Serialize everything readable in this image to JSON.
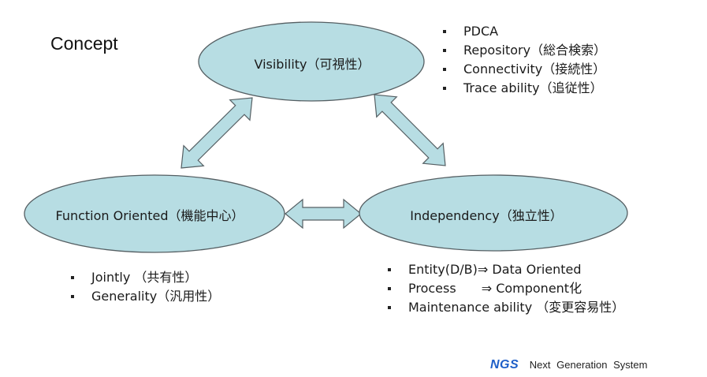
{
  "title": "Concept",
  "colors": {
    "node_fill": "#b7dde3",
    "node_stroke": "#555f63",
    "arrow_fill": "#b7dde3",
    "arrow_stroke": "#555f63",
    "brand": "#1e5fc8"
  },
  "nodes": {
    "visibility": {
      "label": "Visibility（可視性）"
    },
    "function": {
      "label": "Function Oriented（機能中心）"
    },
    "independency": {
      "label": "Independency（独立性）"
    }
  },
  "connections": [
    {
      "from": "function",
      "to": "visibility",
      "type": "bidirectional"
    },
    {
      "from": "visibility",
      "to": "independency",
      "type": "bidirectional"
    },
    {
      "from": "function",
      "to": "independency",
      "type": "bidirectional"
    }
  ],
  "visibility_points": [
    "PDCA",
    "Repository（総合検索）",
    "Connectivity（接続性）",
    "Trace ability（追従性）"
  ],
  "function_points": [
    "Jointly （共有性）",
    "Generality（汎用性）"
  ],
  "independency_points": [
    "Entity(D/B)⇒ Data Oriented",
    "Process  ⇒ Component化",
    "Maintenance ability （変更容易性）"
  ],
  "footer": {
    "brand": "NGS",
    "tagline": "Next Generation System"
  }
}
